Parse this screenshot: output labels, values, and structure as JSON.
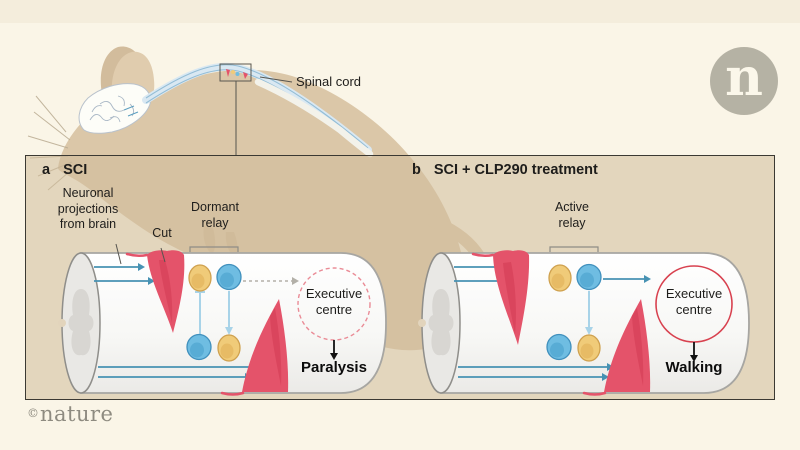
{
  "header": {
    "spinal_cord_label": "Spinal cord"
  },
  "logo": {
    "letter": "n"
  },
  "panel_a": {
    "tag": "a",
    "title": "SCI",
    "projections": [
      "Neuronal",
      "projections",
      "from brain"
    ],
    "cut_label": "Cut",
    "relay": [
      "Dormant",
      "relay"
    ],
    "executive": [
      "Executive",
      "centre"
    ],
    "outcome": "Paralysis"
  },
  "panel_b": {
    "tag": "b",
    "title": "SCI + CLP290 treatment",
    "relay": [
      "Active",
      "relay"
    ],
    "executive": [
      "Executive",
      "centre"
    ],
    "outcome": "Walking"
  },
  "footer": {
    "copyright": "©",
    "brand": "nature"
  },
  "colors": {
    "page-bg": "#faf5e7",
    "band-bg": "#f4eddc",
    "panel-flat": "#e2d4bc",
    "mouse": "#dbc7a8",
    "red": "#e4536a",
    "arrow-blue": "#4792b3",
    "connector-blue": "#a8d3e8",
    "neuron-yellow": "#f0cb79",
    "neuron-blue": "#6fbde2",
    "exec-dashed": "#ea8b96",
    "exec-solid": "#d8414f",
    "logo-bg": "#b5b2a4",
    "credit": "#8e8b80"
  }
}
